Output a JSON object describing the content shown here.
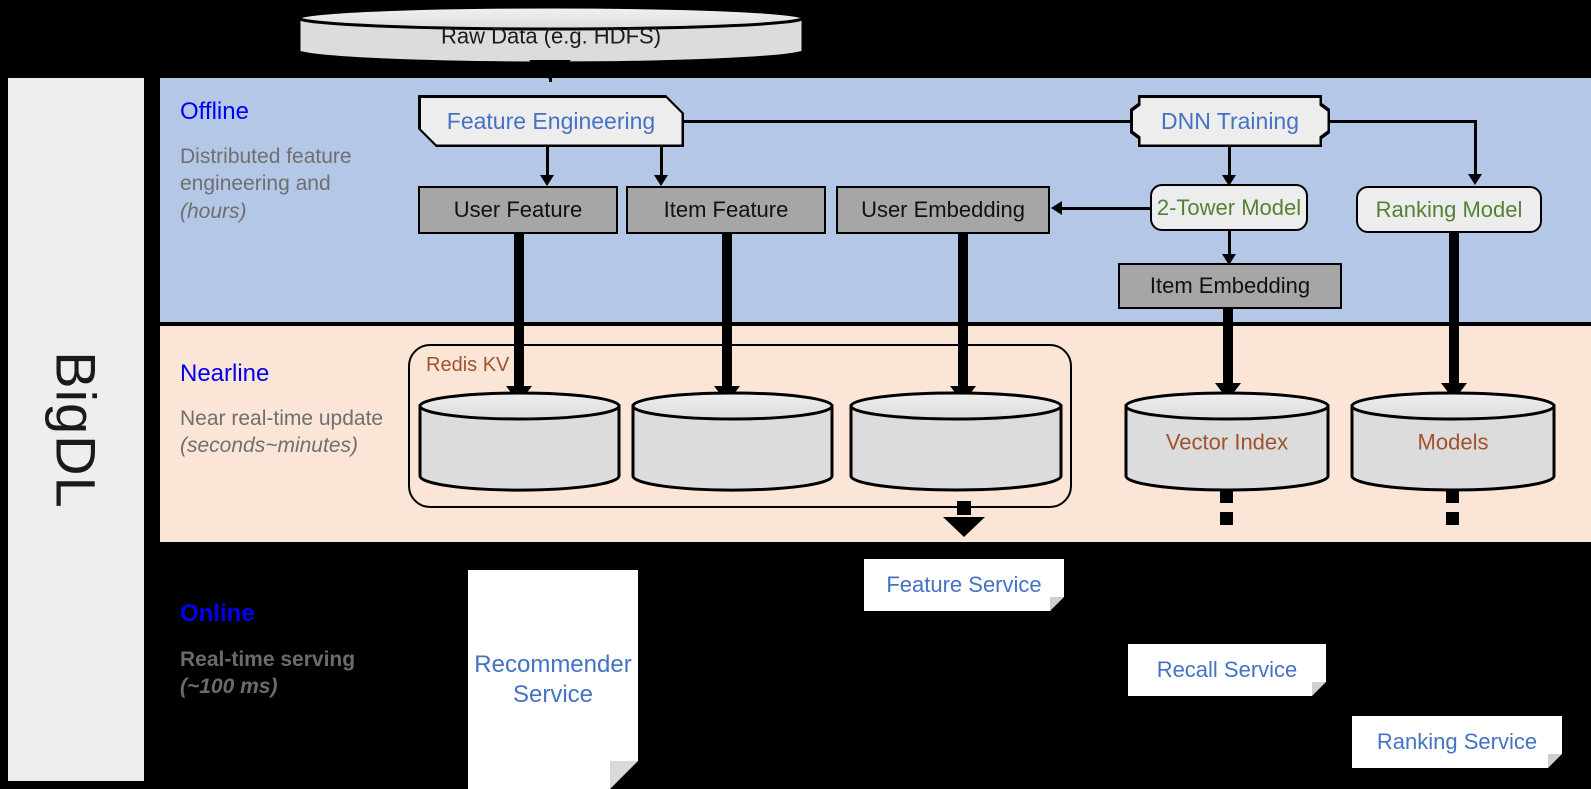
{
  "framework": {
    "name": "BigDL"
  },
  "source": {
    "label": "Raw Data (e.g. HDFS)"
  },
  "bands": [
    {
      "id": "offline",
      "title": "Offline",
      "subtitle": "Distributed feature engineering and ",
      "subtitle_em": "(hours)",
      "bg": "#b4c7e7",
      "title_color": "#0000ee"
    },
    {
      "id": "nearline",
      "title": "Nearline",
      "subtitle": "Near real-time update ",
      "subtitle_em": "(seconds~minutes)",
      "bg": "#fbe5d6",
      "title_color": "#0000ee"
    },
    {
      "id": "online",
      "title": "Online",
      "subtitle": "Real-time serving ",
      "subtitle_em": "(~100 ms)",
      "bg": "#000000",
      "title_color": "#0000ee"
    }
  ],
  "offline": {
    "feature_engineering": {
      "label": "Feature Engineering",
      "color": "#4472c4"
    },
    "dnn_training": {
      "label": "DNN Training",
      "color": "#4472c4"
    },
    "user_feature": {
      "label": "User Feature"
    },
    "item_feature": {
      "label": "Item Feature"
    },
    "user_embedding": {
      "label": "User Embedding"
    },
    "item_embedding": {
      "label": "Item Embedding"
    },
    "two_tower_model": {
      "label": "2-Tower Model",
      "color": "#548235"
    },
    "ranking_model": {
      "label": "Ranking Model",
      "color": "#548235"
    }
  },
  "nearline": {
    "redis_kv": {
      "label": "Redis KV",
      "color": "#a0522d"
    },
    "stores": [
      {
        "label": ""
      },
      {
        "label": ""
      },
      {
        "label": ""
      }
    ],
    "vector_index": {
      "label": "Vector Index",
      "color": "#a0522d"
    },
    "models": {
      "label": "Models",
      "color": "#a0522d"
    }
  },
  "online": {
    "recommender_service": {
      "line1": "Recommender",
      "line2": "Service",
      "color": "#4472c4"
    },
    "feature_service": {
      "label": "Feature Service",
      "color": "#4472c4"
    },
    "recall_service": {
      "label": "Recall Service",
      "color": "#4472c4"
    },
    "ranking_service": {
      "label": "Ranking Service",
      "color": "#4472c4"
    }
  }
}
